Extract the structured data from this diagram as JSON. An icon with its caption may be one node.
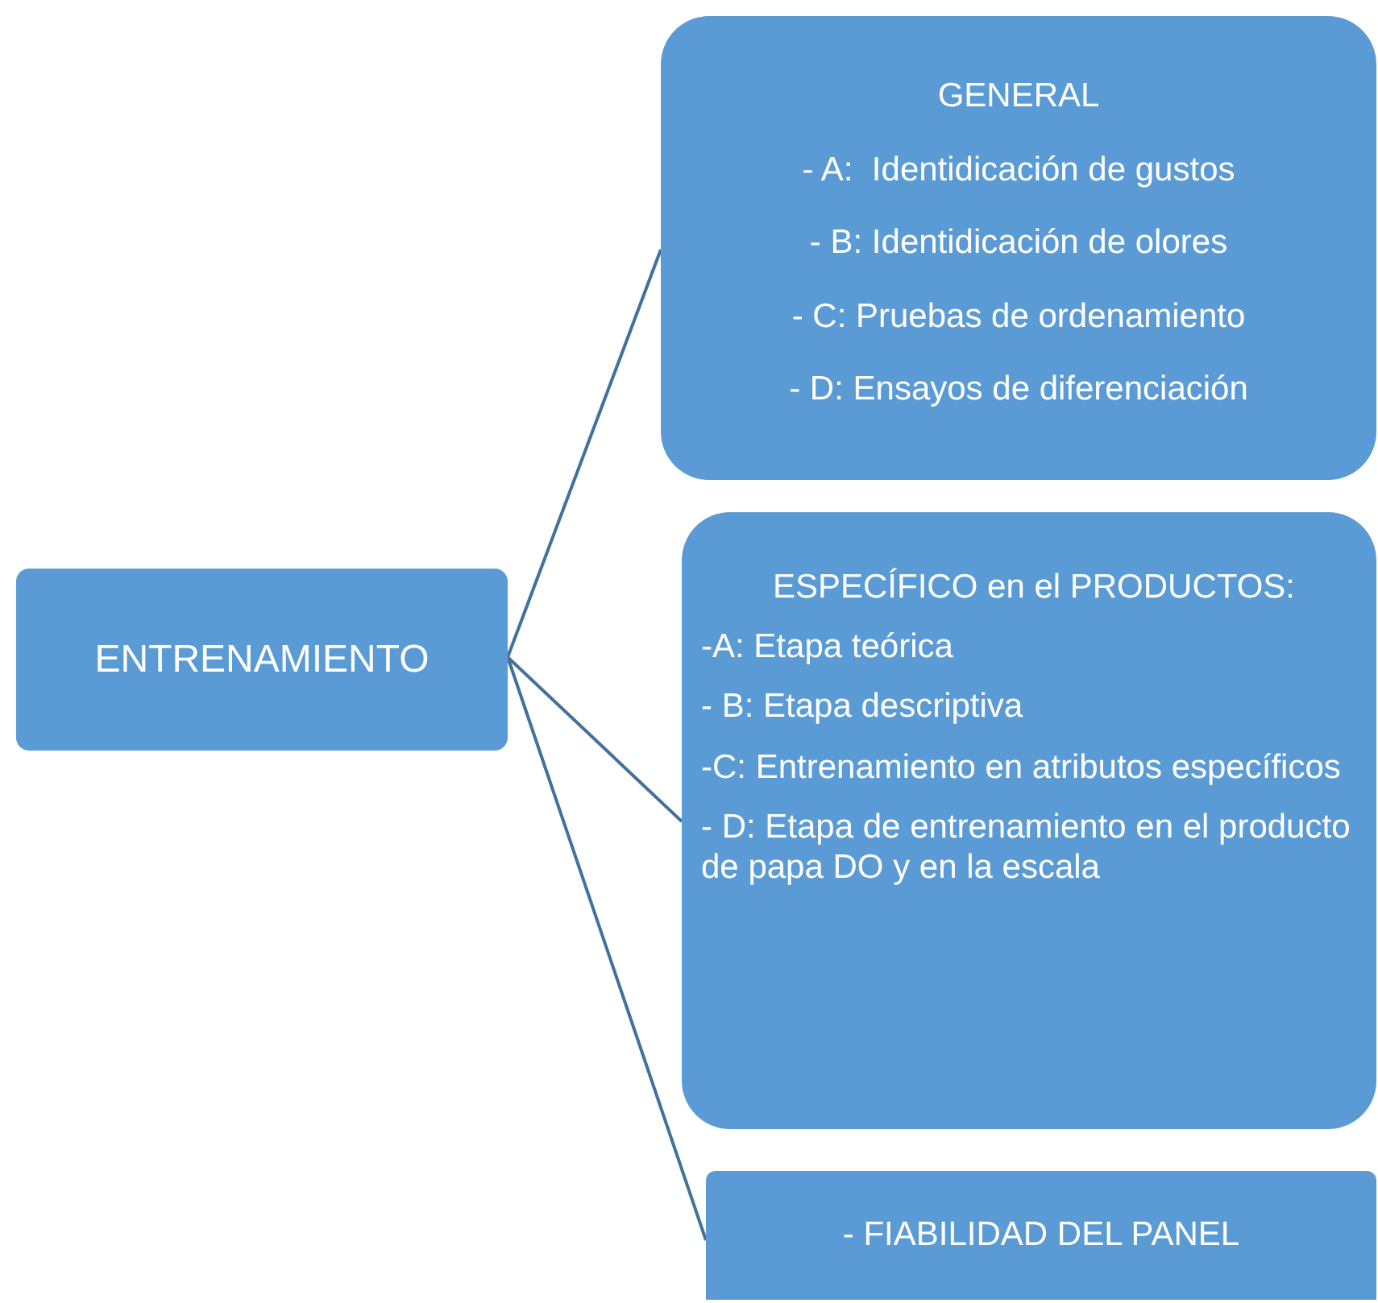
{
  "diagram": {
    "nodes": [
      {
        "text": [
          "ENTRENAMIENTO"
        ]
      },
      {
        "text": [
          "GENERAL",
          "- A:  Identidicación de gustos",
          "- B: Identidicación de olores",
          "- C: Pruebas de ordenamiento",
          "- D: Ensayos de diferenciación"
        ]
      },
      {
        "text": [
          "ESPECÍFICO en el PRODUCTOS:",
          "-A: Etapa teórica",
          "- B: Etapa descriptiva",
          "-C: Entrenamiento en atributos específicos",
          "- D: Etapa de entrenamiento en el producto de papa DO y en la escala"
        ]
      },
      {
        "text": [
          "- FIABILIDAD DEL PANEL"
        ]
      }
    ],
    "edges": [
      {
        "from": 0,
        "to": 1,
        "arrow": "none"
      },
      {
        "from": 0,
        "to": 2,
        "arrow": "none"
      },
      {
        "from": 0,
        "to": 3,
        "arrow": "none"
      }
    ]
  }
}
